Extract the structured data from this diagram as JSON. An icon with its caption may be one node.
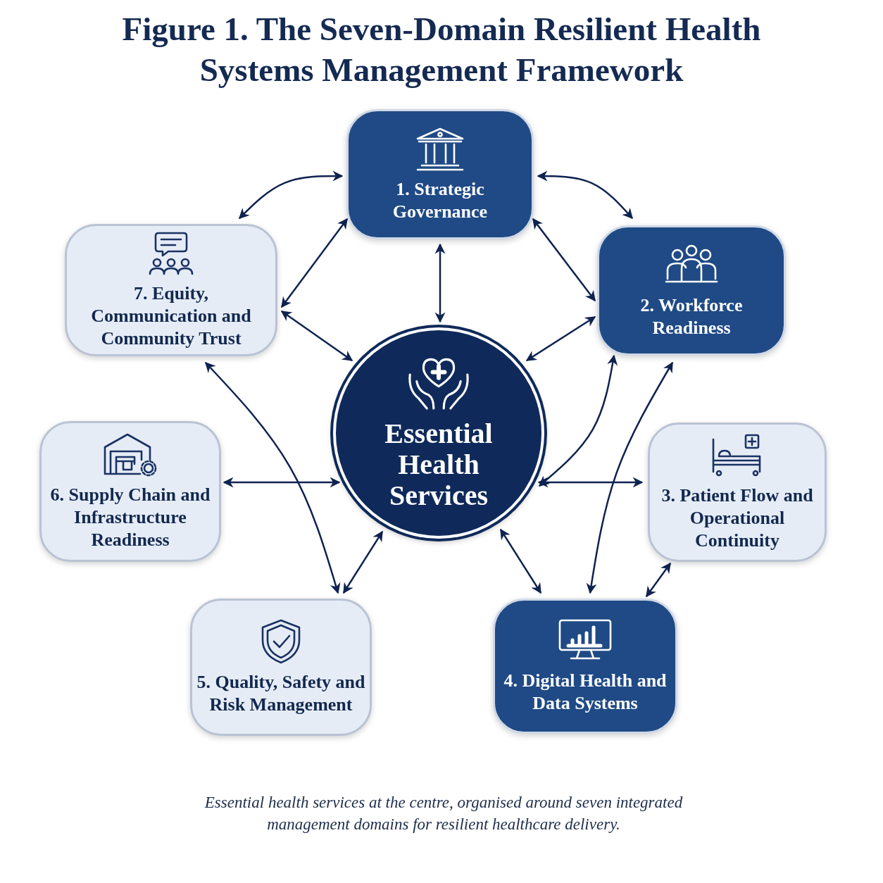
{
  "diagram": {
    "title": "Figure 1. The Seven-Domain Resilient Health Systems Management Framework",
    "caption": "Essential health services at the centre, organised around seven integrated management domains for resilient healthcare delivery.",
    "nodes": [
      {
        "text": [
          "1. Strategic Governance"
        ]
      },
      {
        "text": [
          "2. Workforce Readiness"
        ]
      },
      {
        "text": [
          "3. Patient Flow and Operational Continuity"
        ]
      },
      {
        "text": [
          "4. Digital Health and Data Systems"
        ]
      },
      {
        "text": [
          "5. Quality, Safety and Risk Management"
        ]
      },
      {
        "text": [
          "6. Supply Chain and Infrastructure Readiness"
        ]
      },
      {
        "text": [
          "7. Equity, Communication and Community Trust"
        ]
      },
      {
        "text": [
          "Essential Health Services"
        ]
      }
    ],
    "edges": [
      {
        "from": 0,
        "to": 6,
        "arrow": "both"
      },
      {
        "from": 0,
        "to": 1,
        "arrow": "both"
      },
      {
        "from": 0,
        "to": 7,
        "arrow": "both"
      },
      {
        "from": 6,
        "to": 0,
        "arrow": "both"
      },
      {
        "from": 1,
        "to": 0,
        "arrow": "both"
      },
      {
        "from": 6,
        "to": 7,
        "arrow": "both"
      },
      {
        "from": 1,
        "to": 7,
        "arrow": "both"
      },
      {
        "from": 6,
        "to": 4,
        "arrow": "both"
      },
      {
        "from": 5,
        "to": 7,
        "arrow": "both"
      },
      {
        "from": 7,
        "to": 2,
        "arrow": "both"
      },
      {
        "from": 1,
        "to": 7,
        "arrow": "both"
      },
      {
        "from": 1,
        "to": 3,
        "arrow": "both"
      },
      {
        "from": 7,
        "to": 4,
        "arrow": "both"
      },
      {
        "from": 7,
        "to": 3,
        "arrow": "both"
      },
      {
        "from": 2,
        "to": 3,
        "arrow": "both"
      }
    ]
  }
}
